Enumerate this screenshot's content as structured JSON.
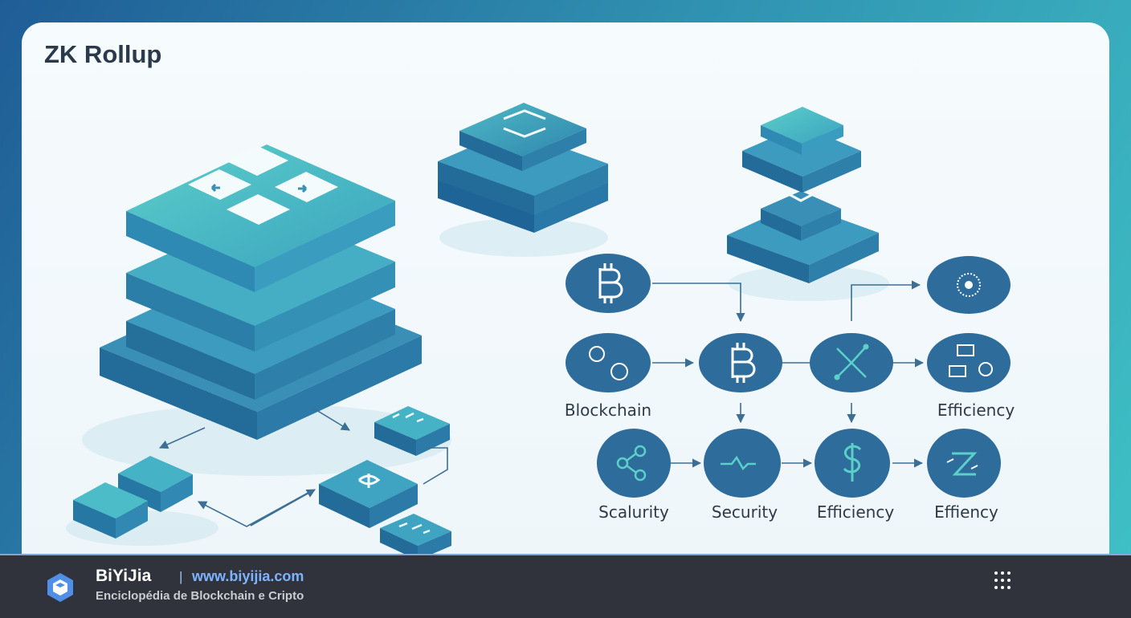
{
  "title": "ZK Rollup",
  "nodes": {
    "blockchain_label": "Blockchain",
    "efficiency_top_label": "Efficiency",
    "scalurity_label": "Scalurity",
    "security_label": "Security",
    "efficiency_mid_label": "Efficiency",
    "effiency_label": "Effiency"
  },
  "footer": {
    "brand": "BiYiJia",
    "separator": "|",
    "url": "www.biyijia.com",
    "tagline": "Enciclopédia de Blockchain e Cripto"
  },
  "colors": {
    "teal_light": "#4cc1c4",
    "teal_mid": "#3a9db8",
    "blue_dark": "#276f9e",
    "node_fill": "#2e6c9c",
    "arrow": "#3d6f95",
    "footer_bg": "#30333b"
  },
  "icons": {
    "logo": "hexagon-cube-icon",
    "menu": "grid-dots-icon"
  }
}
